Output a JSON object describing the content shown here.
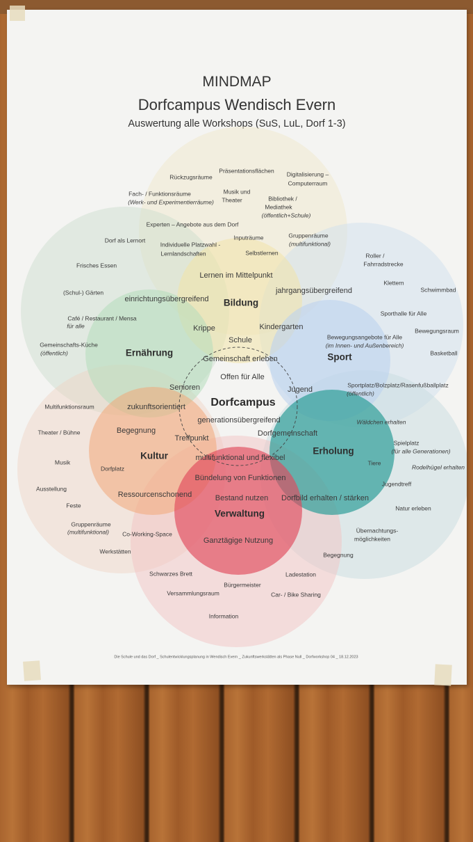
{
  "header": {
    "line1": "MINDMAP",
    "line2": "Dorfcampus Wendisch Evern",
    "line3": "Auswertung alle Workshops (SuS, LuL, Dorf 1-3)"
  },
  "footer": "Die Schule und das Dorf _ Schulentwicklungsplanung in Wendisch Evern _ Zukunftswerkstätten als Phase Null _ Dorfworkshop 04 _ 18.12.2023",
  "colors": {
    "bildung": "#f3e6b8",
    "ernaehrung": "#bfe0c4",
    "sport": "#c8d8f0",
    "erholung": "#3aa8a0",
    "kultur": "#f2b48a",
    "verwaltung": "#e05060",
    "outer_left": "#c9dccb",
    "outer_bottom": "#f2c4c4",
    "outer_left_low": "#f0d2c4",
    "outer_right": "#c8dce0"
  },
  "center": {
    "title": "Dorfcampus",
    "items": [
      "Gemeinschaft erleben",
      "Offen für Alle",
      "generationsübergreifend",
      "Dorfgemeinschaft",
      "Jugend",
      "Senioren",
      "zukunftsorientiert",
      "Treffpunkt",
      "multifunktional und flexibel",
      "Bündelung von Funktionen",
      "Bestand nutzen",
      "Ganztägige Nutzung",
      "Schule",
      "Kindergarten",
      "Krippe",
      "Lernen im Mittelpunkt",
      "jahrgangsübergreifend",
      "einrichtungsübergreifend",
      "Begegnung",
      "Ressourcenschonend",
      "Dorfbild erhalten / stärken",
      "Tiere"
    ]
  },
  "themes": {
    "bildung": "Bildung",
    "ernaehrung": "Ernährung",
    "sport": "Sport",
    "erholung": "Erholung",
    "kultur": "Kultur",
    "verwaltung": "Verwaltung"
  },
  "bildung_items": [
    "Präsentationsflächen",
    "Rückzugsräume",
    "Digitalisierung –",
    "Computerraum",
    "Fach- / Funktionsräume",
    "(Werk- und Experimentierräume)",
    "Musik und",
    "Theater",
    "Bibliothek /",
    "Mediathek",
    "(öffentlich+Schule)",
    "Experten – Angebote aus dem Dorf",
    "Inputräume",
    "Gruppenräume",
    "(multifunktional)",
    "Individuelle Platzwahl -",
    "Lernlandschaften",
    "Selbstlernen",
    "Dorf als Lernort"
  ],
  "ernaehrung_items": [
    "Frisches Essen",
    "(Schul-) Gärten",
    "Café / Restaurant / Mensa",
    "für alle",
    "Gemeinschafts-Küche",
    "(öffentlich)"
  ],
  "sport_items": [
    "Roller /",
    "Fahrradstrecke",
    "Klettern",
    "Schwimmbad",
    "Sporthalle für Alle",
    "Bewegungsraum",
    "Bewegungsangebote für Alle",
    "(im Innen- und Außenbereich)",
    "Basketball",
    "Sportplatz/Bolzplatz/Rasenfußballplatz",
    "(öffentlich)"
  ],
  "erholung_items": [
    "Wäldchen erhalten",
    "Spielplatz",
    "(für alle Generationen)",
    "Rodelhügel erhalten",
    "Jugendtreff",
    "Natur erleben",
    "Übernachtungs-",
    "möglichkeiten",
    "Begegnung"
  ],
  "kultur_items": [
    "Multifunktionsraum",
    "Theater /  Bühne",
    "Musik",
    "Dorfplatz",
    "Ausstellung",
    "Feste",
    "Gruppenräume",
    "(multifunktional)",
    "Co-Working-Space",
    "Werkstätten"
  ],
  "verwaltung_items": [
    "Schwarzes Brett",
    "Ladestation",
    "Bürgermeister",
    "Versammlungsraum",
    "Car- / Bike Sharing",
    "Information"
  ]
}
